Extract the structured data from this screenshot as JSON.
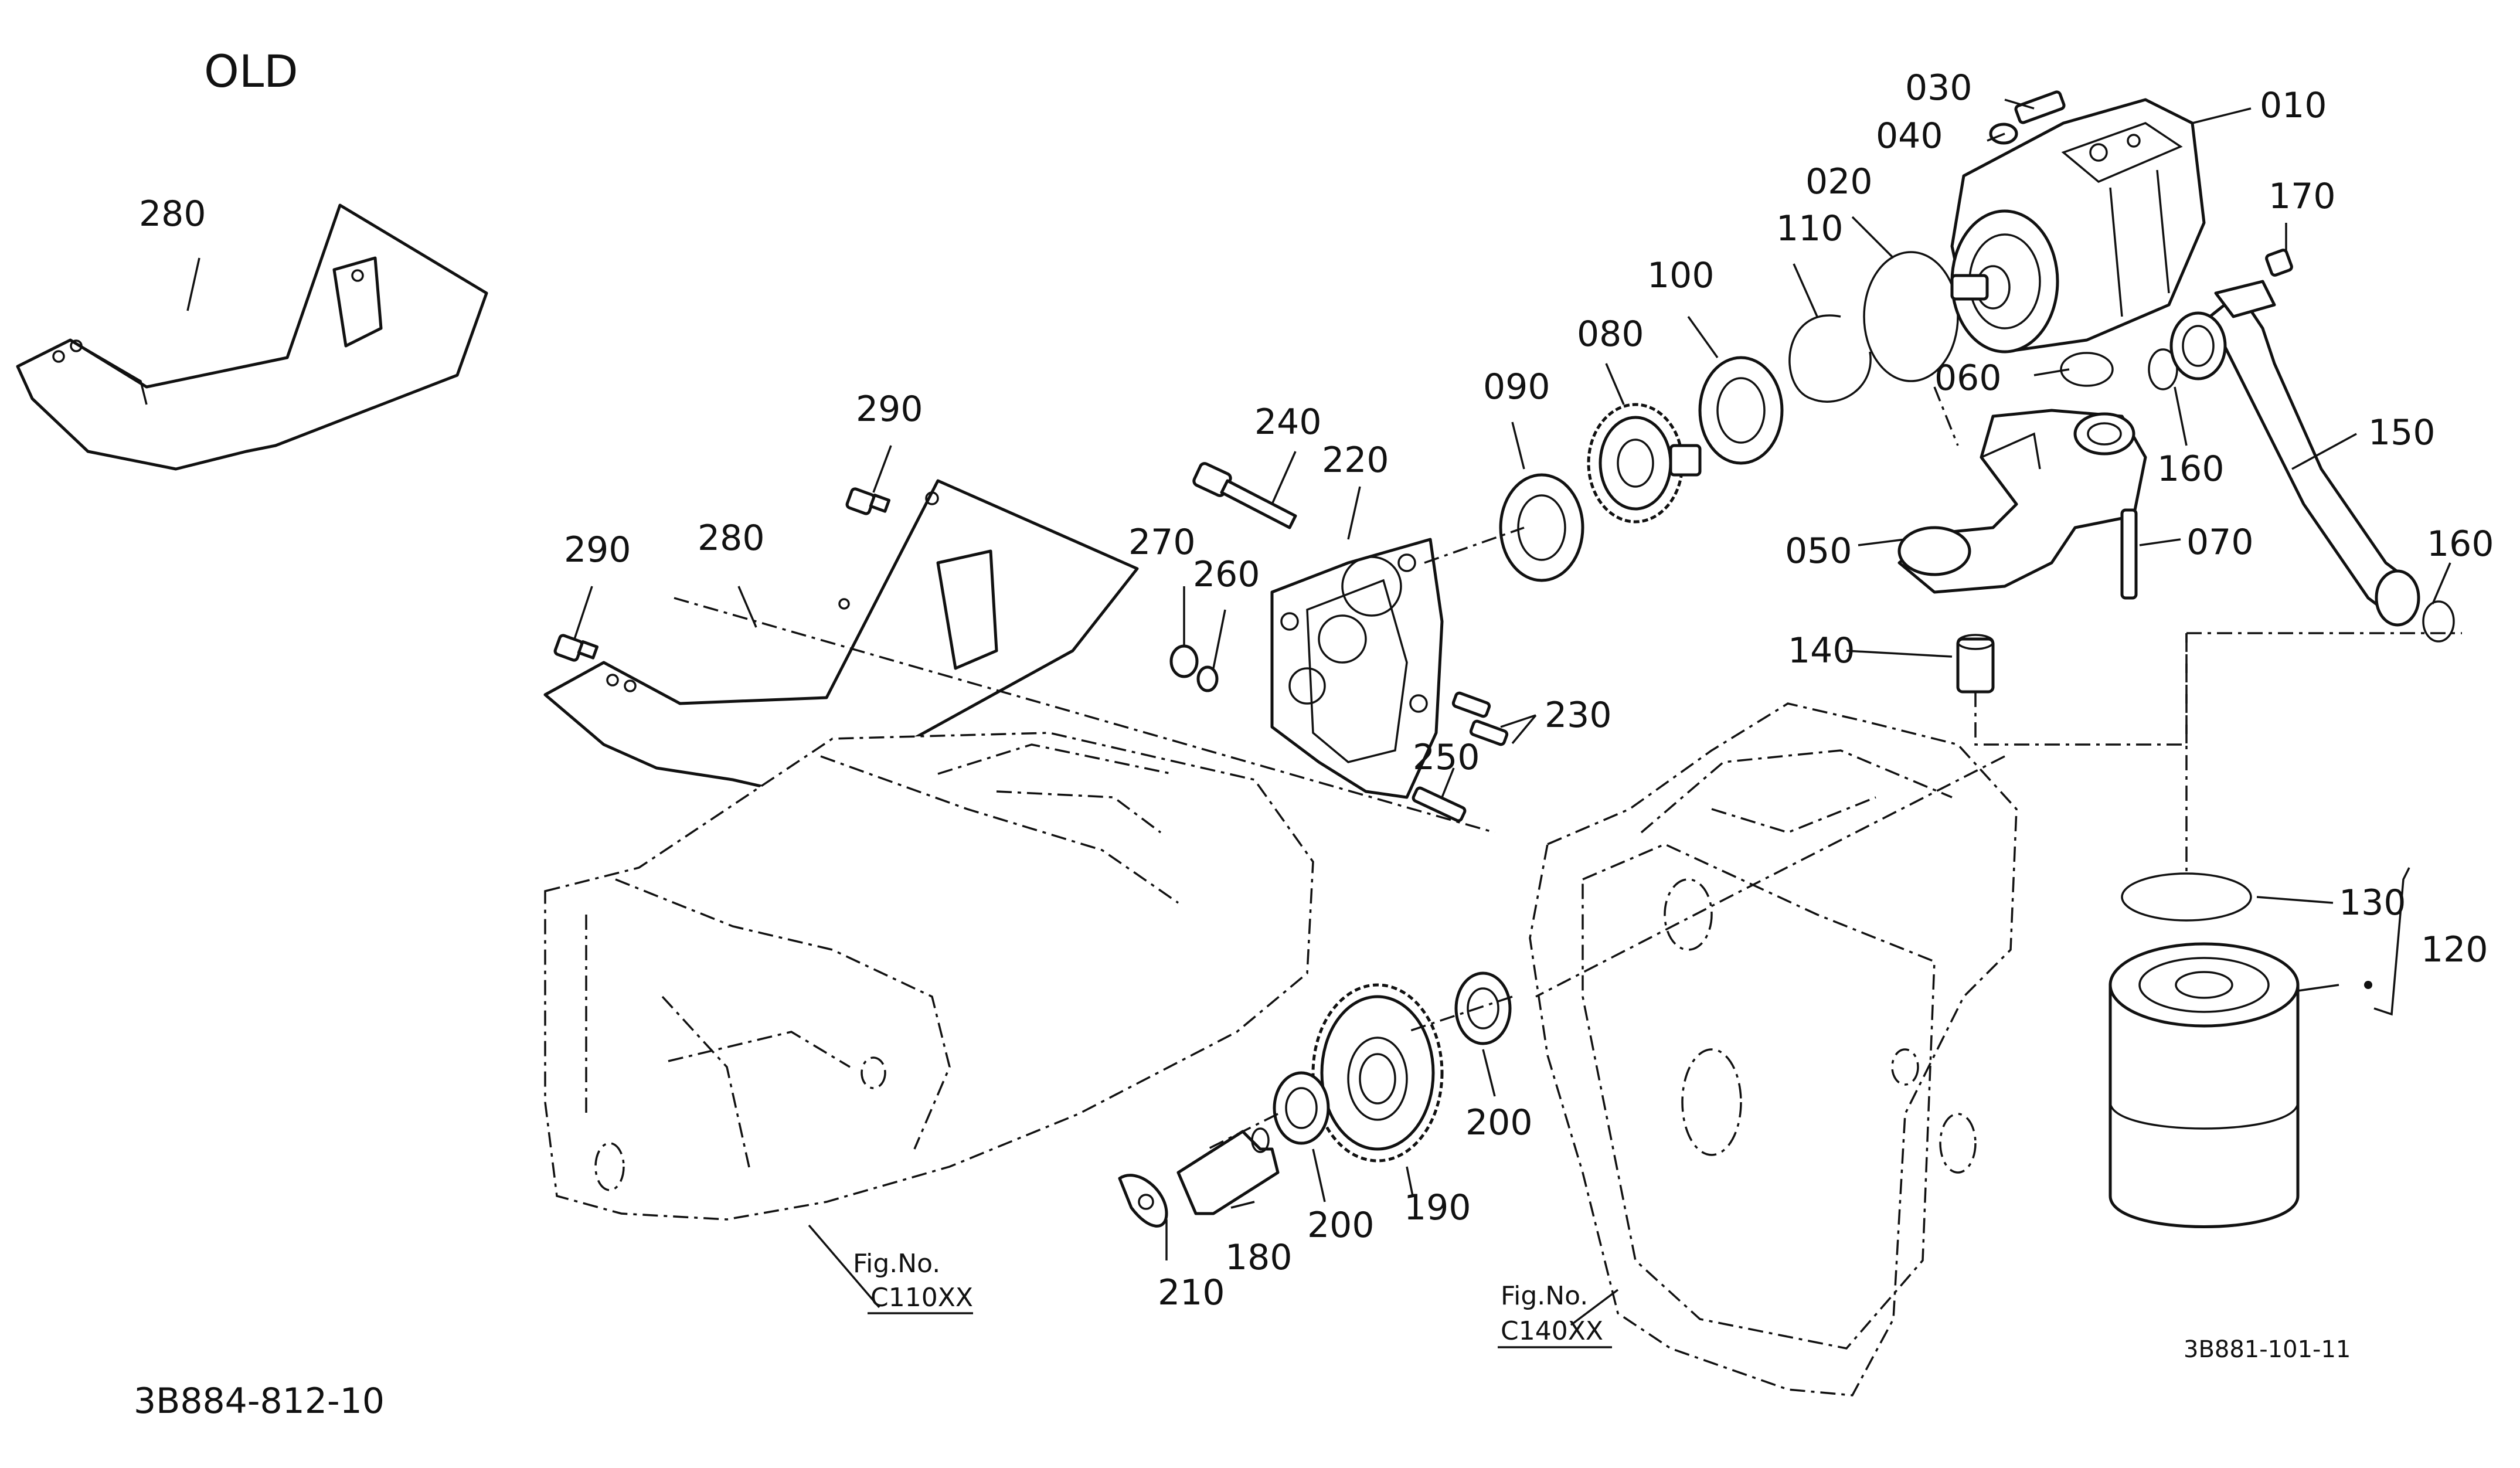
{
  "header": {
    "old_label": "OLD"
  },
  "footer": {
    "left_code": "3B884-812-10",
    "right_code": "3B881-101-11"
  },
  "figure_refs": {
    "left": {
      "line1": "Fig.No.",
      "line2": "C110XX"
    },
    "right": {
      "line1": "Fig.No.",
      "line2": "C140XX"
    }
  },
  "callouts": {
    "p010": "010",
    "p020": "020",
    "p030": "030",
    "p040": "040",
    "p050": "050",
    "p060": "060",
    "p070": "070",
    "p080": "080",
    "p090": "090",
    "p100": "100",
    "p110": "110",
    "p120": "120",
    "p130": "130",
    "p140": "140",
    "p150": "150",
    "p160a": "160",
    "p160b": "160",
    "p170": "170",
    "p180": "180",
    "p190": "190",
    "p200a": "200",
    "p200b": "200",
    "p210": "210",
    "p220": "220",
    "p230": "230",
    "p240": "240",
    "p250": "250",
    "p260": "260",
    "p270": "270",
    "p280a": "280",
    "p280b": "280",
    "p290a": "290",
    "p290b": "290"
  }
}
